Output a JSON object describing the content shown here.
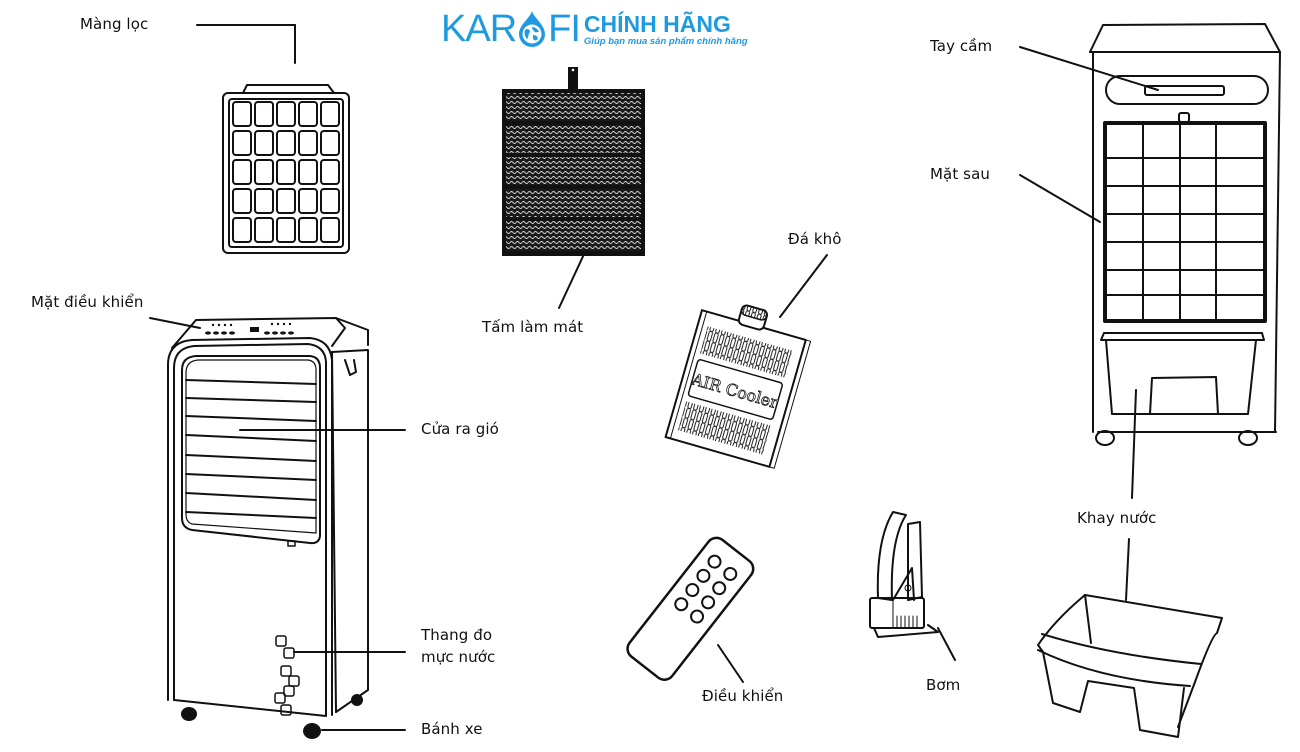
{
  "logo": {
    "word_left": "KAR",
    "word_right": "FI",
    "brand": "CHÍNH HÃNG",
    "tagline": "Giúp bạn mua sản phẩm chính hãng",
    "color": "#1e9be0",
    "icon": "water-drop-globe-icon"
  },
  "diagram": {
    "title": "Air cooler parts diagram",
    "labels": {
      "mang_loc": "Màng lọc",
      "tam_lam_mat": "Tấm làm mát",
      "mat_dieu_khien": "Mặt điều khiển",
      "cua_ra_gio": "Cửa ra gió",
      "thang_do_line1": "Thang đo",
      "thang_do_line2": "mực nước",
      "banh_xe": "Bánh xe",
      "da_kho": "Đá khô",
      "dieu_khien": "Điều khiển",
      "bom": "Bơm",
      "tay_cam": "Tay cầm",
      "mat_sau": "Mặt sau",
      "khay_nuoc": "Khay nước"
    },
    "ice_pack_text": "AIR Cooler",
    "line_color": "#111111"
  }
}
